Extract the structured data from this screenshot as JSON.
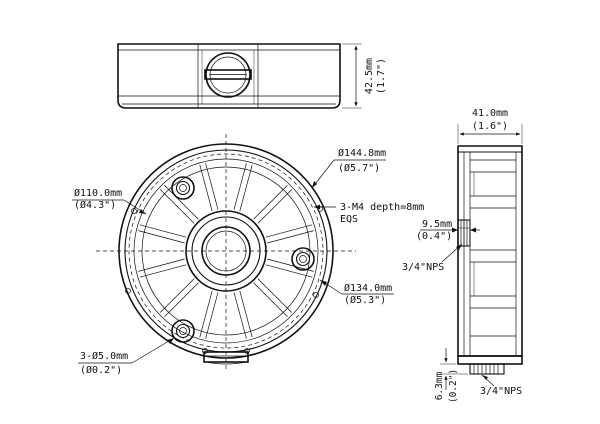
{
  "top_view": {
    "height_mm": "42.5mm",
    "height_in": "(1.7\")"
  },
  "front_view": {
    "dia_outer_mm": "Ø144.8mm",
    "dia_outer_in": "(Ø5.7\")",
    "dia_inner_mm": "Ø110.0mm",
    "dia_inner_in": "(Ø4.3\")",
    "dia_holes_mm": "Ø134.0mm",
    "dia_holes_in": "(Ø5.3\")",
    "thread_spec": "3-M4 depth=8mm",
    "thread_eqs": "EQS",
    "hole_count_mm": "3-Ø5.0mm",
    "hole_count_in": "(Ø0.2\")"
  },
  "side_view": {
    "width_mm": "41.0mm",
    "width_in": "(1.6\")",
    "inset_mm": "9.5mm",
    "inset_in": "(0.4\")",
    "port_label_side": "3/4\"NPS",
    "port_label_bottom": "3/4\"NPS",
    "flange_mm": "6.3mm",
    "flange_in": "(0.2\")"
  },
  "colors": {
    "line": "#111111",
    "background": "#ffffff"
  }
}
